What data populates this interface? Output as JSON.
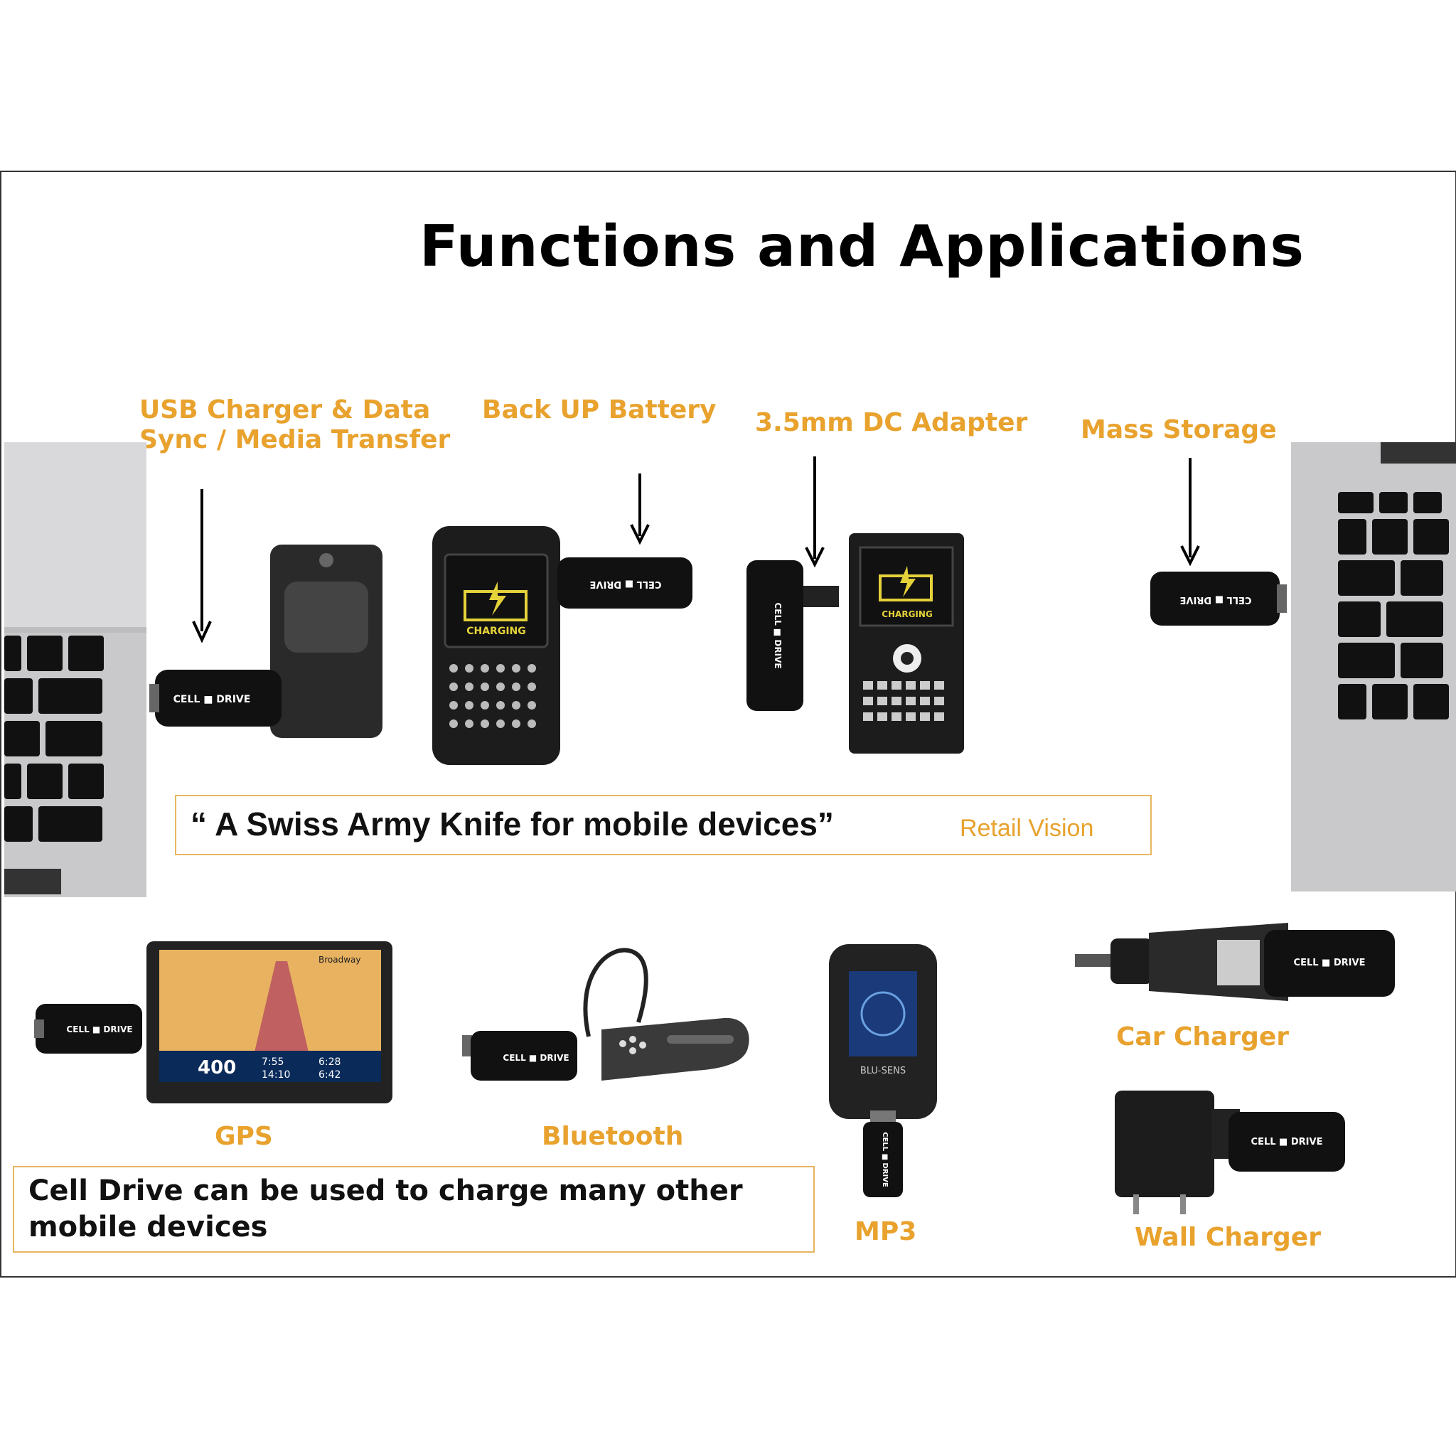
{
  "title": "Functions and Applications",
  "labels": {
    "usb_line1": "USB Charger & Data",
    "usb_line2": "Sync / Media Transfer",
    "backup": "Back UP Battery",
    "dc": "3.5mm DC Adapter",
    "mass": "Mass Storage",
    "gps": "GPS",
    "bluetooth": "Bluetooth",
    "mp3": "MP3",
    "car": "Car Charger",
    "wall": "Wall Charger"
  },
  "quote": {
    "text": "“ A Swiss Army  Knife for mobile devices”",
    "source": "Retail Vision"
  },
  "info": {
    "line1": "Cell Drive can be used to charge many other",
    "line2": "mobile devices"
  },
  "device_text": {
    "brand": "CELL ■ DRIVE",
    "charging": "CHARGING",
    "gps_distance": "400",
    "gps_time1": "7:55",
    "gps_time2": "6:28",
    "gps_time3": "14:10",
    "gps_time4": "6:42",
    "gps_street": "Broadway",
    "mp3_brand": "BLU-SENS"
  },
  "colors": {
    "accent": "#E8A22D",
    "box_border": "#E8B660",
    "device": "#1a1a1a",
    "laptop": "#c9c9cb"
  }
}
